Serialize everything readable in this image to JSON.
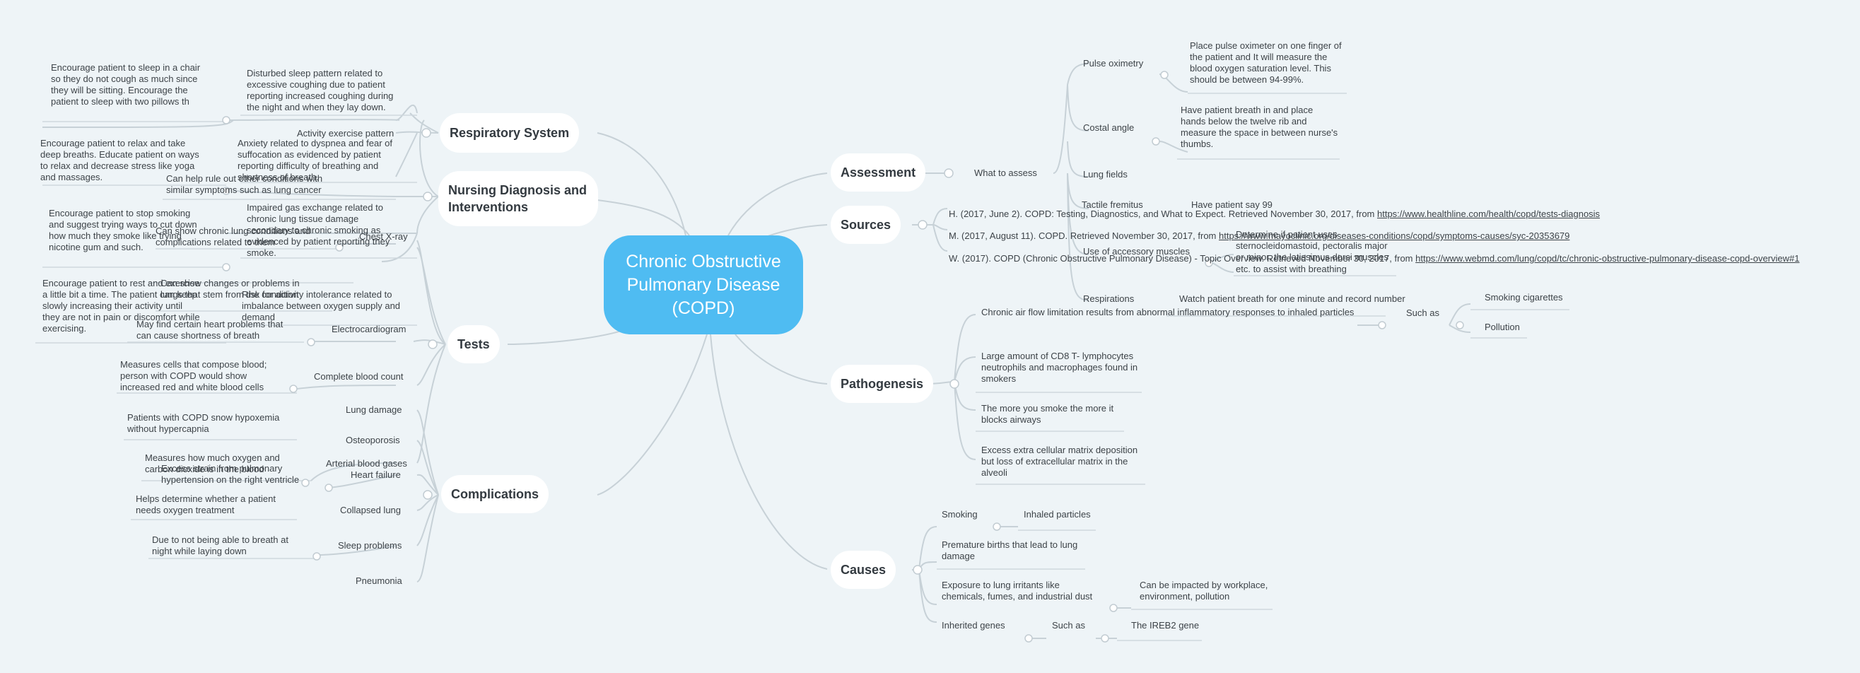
{
  "central": "Chronic Obstructive Pulmonary Disease (COPD)",
  "branches": {
    "respiratory": "Respiratory System",
    "nursing": "Nursing Diagnosis and Interventions",
    "tests": "Tests",
    "complications": "Complications",
    "assessment": "Assessment",
    "sources": "Sources",
    "pathogenesis": "Pathogenesis",
    "causes": "Causes"
  },
  "nursing": {
    "d1": "Disturbed sleep pattern related to excessive coughing due to patient reporting increased coughing during the night and when they lay down.",
    "d1_int": "Encourage patient to sleep in a chair so they do not cough as much since they will be sitting. Encourage the patient to sleep with two pillows th",
    "d2": "Anxiety related to dyspnea and fear of suffocation as evidenced by patient reporting difficulty of breathing and shortness of breath.",
    "d2_int": "Encourage patient to relax and take deep breaths. Educate patient on ways to relax and decrease stress like yoga and massages.",
    "d3": "Impaired gas exchange related to chronic lung tissue damage secondary to chronic smoking as evidenced by patient reporting they smoke.",
    "d3_int": "Encourage patient to stop smoking and suggest trying ways to cut down how much they smoke like trying nicotine gum and such.",
    "d4": "Activity exercise pattern",
    "d4_sub": "Risk for activity intolerance related to imbalance between oxygen supply and demand",
    "d4_int": "Encourage patient to rest and exercise a little bit a time. The patient can keep slowly increasing their activity until they are not in pain or discomfort while exercising."
  },
  "tests": {
    "xray": "Chest X-ray",
    "xray_a": "Can help rule out other conditions with similar symptoms such as lung cancer",
    "xray_b": "Can show chronic lung conditions and complications related to them",
    "xray_c": "Can show changes or problems in lungs that stem from the condition",
    "ecg": "Electrocardiogram",
    "ecg_d": "May find certain heart problems that can cause shortness of breath",
    "cbc": "Complete blood count",
    "cbc_d": "Measures cells that compose blood; person with COPD would show increased red and white blood cells",
    "abg": "Arterial blood gases",
    "abg_a": "Patients with COPD snow hypoxemia without hypercapnia",
    "abg_b": "Measures how much oxygen and carbon dioxide is in the blood",
    "abg_c": "Helps determine whether a patient needs oxygen treatment"
  },
  "complications": {
    "lung": "Lung damage",
    "osteo": "Osteoporosis",
    "heart": "Heart failure",
    "heart_d": "Excess strain from pulmonary hypertension on the right ventricle",
    "collapsed": "Collapsed lung",
    "sleep": "Sleep problems",
    "sleep_d": "Due to not being able to breath at night while laying down",
    "pneumonia": "Pneumonia"
  },
  "assessment": {
    "what": "What to assess",
    "pulse": "Pulse oximetry",
    "pulse_d": "Place pulse oximeter on one finger of the patient and It will measure the blood oxygen saturation level. This should be between 94-99%.",
    "costal": "Costal angle",
    "costal_d": "Have patient breath in and place hands below the twelve rib and measure the space in between nurse's thumbs.",
    "lung": "Lung fields",
    "fremitus": "Tactile fremitus",
    "fremitus_d": "Have patient say 99",
    "accessory": "Use of accessory muscles",
    "accessory_a": "Determine if patient uses sternocleidomastoid, pectoralis major or minor, the latissimus dorsi muscles",
    "accessory_b": "etc. to assist with breathing",
    "resp": "Respirations",
    "resp_d": "Watch patient breath for one minute and record number"
  },
  "sources": {
    "s1": "H. (2017, June 2). COPD: Testing, Diagnostics, and What to Expect. Retrieved November 30, 2017, from ",
    "s1_link": "https://www.healthline.com/health/copd/tests-diagnosis",
    "s2": "M. (2017, August 11). COPD. Retrieved November 30, 2017, from ",
    "s2_link": "https://www.mayoclinic.org/diseases-conditions/copd/symptoms-causes/syc-20353679",
    "s3": "W. (2017). COPD (Chronic Obstructive Pulmonary Disease) - Topic Overview. Retrieved November 30, 2017, from ",
    "s3_link": "https://www.webmd.com/lung/copd/tc/chronic-obstructive-pulmonary-disease-copd-overview#1"
  },
  "pathogenesis": {
    "p1": "Chronic air flow limitation results from abnormal inflammatory responses to inhaled particles",
    "such_as": "Such as",
    "smoking": "Smoking cigarettes",
    "pollution": "Pollution",
    "p2": "Large amount of CD8 T- lymphocytes neutrophils and macrophages found in smokers",
    "p3": "The more you smoke the more it blocks airways",
    "p4": "Excess extra cellular matrix deposition but loss of extracellular matrix in the alveoli"
  },
  "causes": {
    "smoking": "Smoking",
    "inhaled": "Inhaled particles",
    "premature": "Premature births that lead to lung damage",
    "irritants": "Exposure to lung irritants like chemicals, fumes, and industrial dust",
    "irritants_d": "Can be impacted by workplace, environment, pollution",
    "genes": "Inherited genes",
    "such_as": "Such as",
    "ireb2": "The IREB2 gene"
  }
}
